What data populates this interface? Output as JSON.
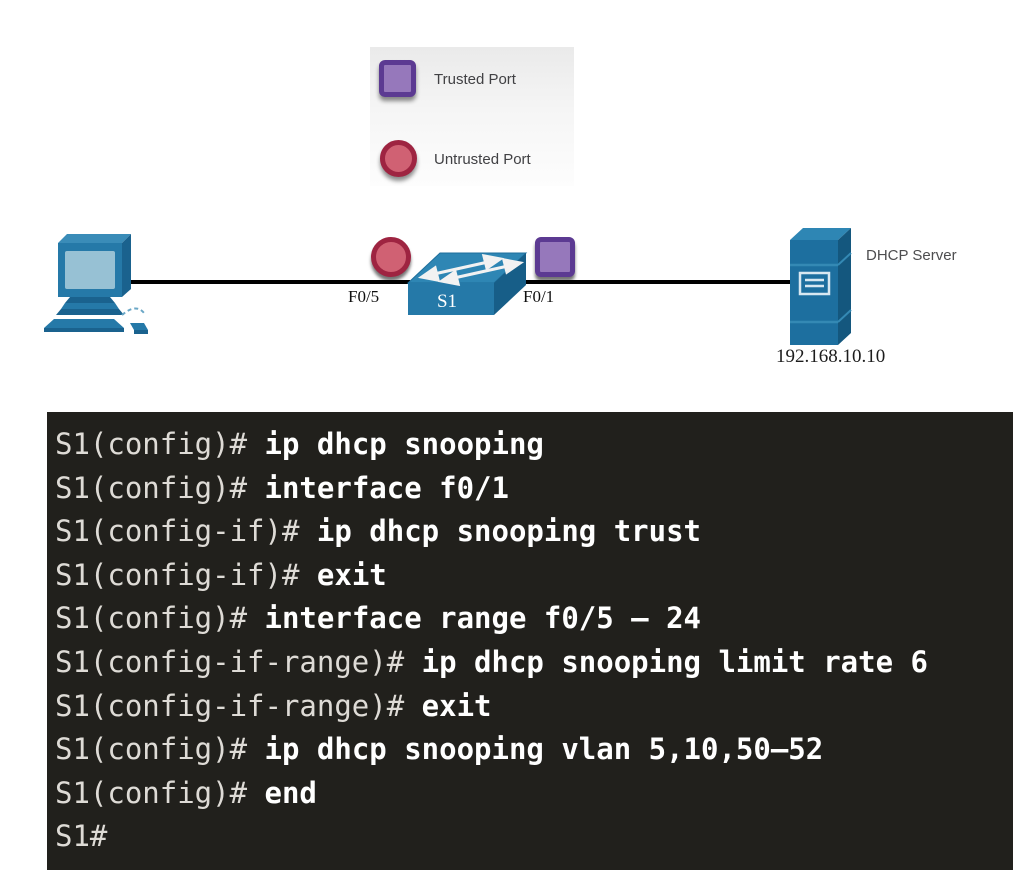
{
  "legend": {
    "items": [
      {
        "label": "Trusted Port",
        "shape": "square",
        "fill": "#9678bb",
        "border": "#5c3a92"
      },
      {
        "label": "Untrusted Port",
        "shape": "circle",
        "fill": "#d06173",
        "border": "#9e2441"
      }
    ]
  },
  "diagram": {
    "switch_label": "S1",
    "untrusted_port_label": "F0/5",
    "trusted_port_label": "F0/1",
    "server_label": "DHCP Server",
    "server_ip": "192.168.10.10",
    "device_color": "#2579a8",
    "link_color": "#000000"
  },
  "terminal": {
    "background": "#21201c",
    "prompt_color": "#dedbd6",
    "command_color": "#ffffff",
    "lines": [
      {
        "prompt": "S1(config)# ",
        "command": "ip dhcp snooping"
      },
      {
        "prompt": "S1(config)# ",
        "command": "interface f0/1"
      },
      {
        "prompt": "S1(config-if)# ",
        "command": "ip dhcp snooping trust"
      },
      {
        "prompt": "S1(config-if)# ",
        "command": "exit"
      },
      {
        "prompt": "S1(config)# ",
        "command": "interface range f0/5 – 24"
      },
      {
        "prompt": "S1(config-if-range)# ",
        "command": "ip dhcp snooping limit rate 6"
      },
      {
        "prompt": "S1(config-if-range)# ",
        "command": "exit"
      },
      {
        "prompt": "S1(config)# ",
        "command": "ip dhcp snooping vlan 5,10,50–52"
      },
      {
        "prompt": "S1(config)# ",
        "command": "end"
      },
      {
        "prompt": "S1#",
        "command": ""
      }
    ]
  }
}
